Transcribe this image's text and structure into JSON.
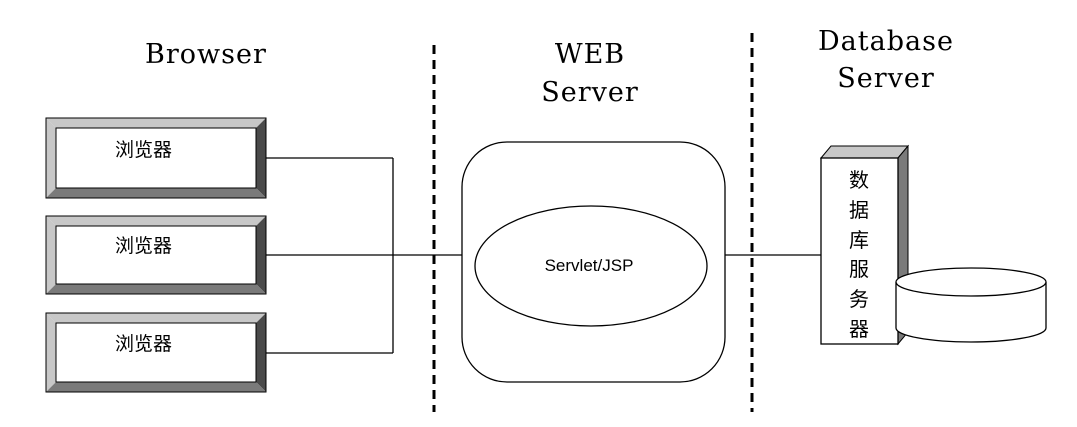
{
  "headings": {
    "browser": "Browser",
    "web_line1": "WEB",
    "web_line2": "Server",
    "db_line1": "Database",
    "db_line2": "Server"
  },
  "browsers": [
    {
      "label": "浏览器"
    },
    {
      "label": "浏览器"
    },
    {
      "label": "浏览器"
    }
  ],
  "web_server": {
    "component_label": "Servlet/JSP"
  },
  "db_server": {
    "chars": [
      "数",
      "据",
      "库",
      "服",
      "务",
      "器"
    ]
  },
  "colors": {
    "bevel_light": "#c8c8c8",
    "bevel_dark": "#4a4a4a",
    "bevel_mid": "#7a7a7a",
    "face": "#ffffff"
  }
}
